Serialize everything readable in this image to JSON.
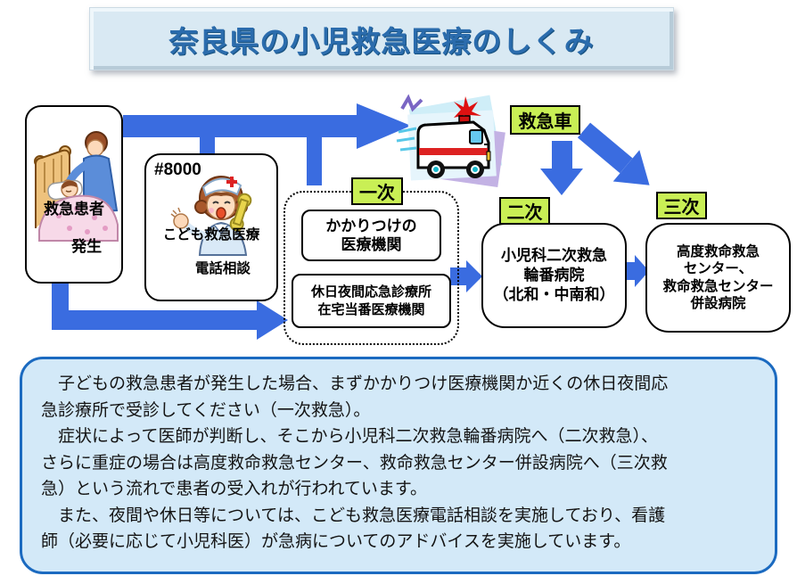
{
  "title": "奈良県の小児救急医療のしくみ",
  "colors": {
    "arrow": "#3a6ce0",
    "tag_bg": "#c9ef55",
    "banner_bg": "#d9e9f3",
    "title_text": "#2b6cad",
    "panel_bg": "#d3e9f8",
    "panel_border": "#1b6ac0"
  },
  "nodes": {
    "patient": {
      "caption_line1": "救急患者",
      "caption_line2": "発生"
    },
    "phone": {
      "number": "#8000",
      "caption_line1": "こども救急医療",
      "caption_line2": "電話相談"
    },
    "ambulance": {
      "label": "救急車"
    },
    "primary": {
      "tag": "一次",
      "box1_line1": "かかりつけの",
      "box1_line2": "医療機関",
      "box2_line1": "休日夜間応急診療所",
      "box2_line2": "在宅当番医療機関"
    },
    "secondary": {
      "tag": "二次",
      "line1": "小児科二次救急",
      "line2": "輪番病院",
      "line3": "（北和・中南和）"
    },
    "tertiary": {
      "tag": "三次",
      "line1": "高度救命救急",
      "line2": "センター、",
      "line3": "救命救急センター",
      "line4": "併設病院"
    }
  },
  "description": {
    "lines": [
      "　子どもの救急患者が発生した場合、まずかかりつけ医療機関か近くの休日夜間応",
      "急診療所で受診してください（一次救急）。",
      "　症状によって医師が判断し、そこから小児科二次救急輪番病院へ（二次救急）、",
      "さらに重症の場合は高度救命救急センター、救命救急センター併設病院へ（三次救",
      "急）という流れで患者の受入れが行われています。",
      "　また、夜間や休日等については、こども救急医療電話相談を実施しており、看護",
      "師（必要に応じて小児科医）が急病についてのアドバイスを実施しています。"
    ]
  }
}
